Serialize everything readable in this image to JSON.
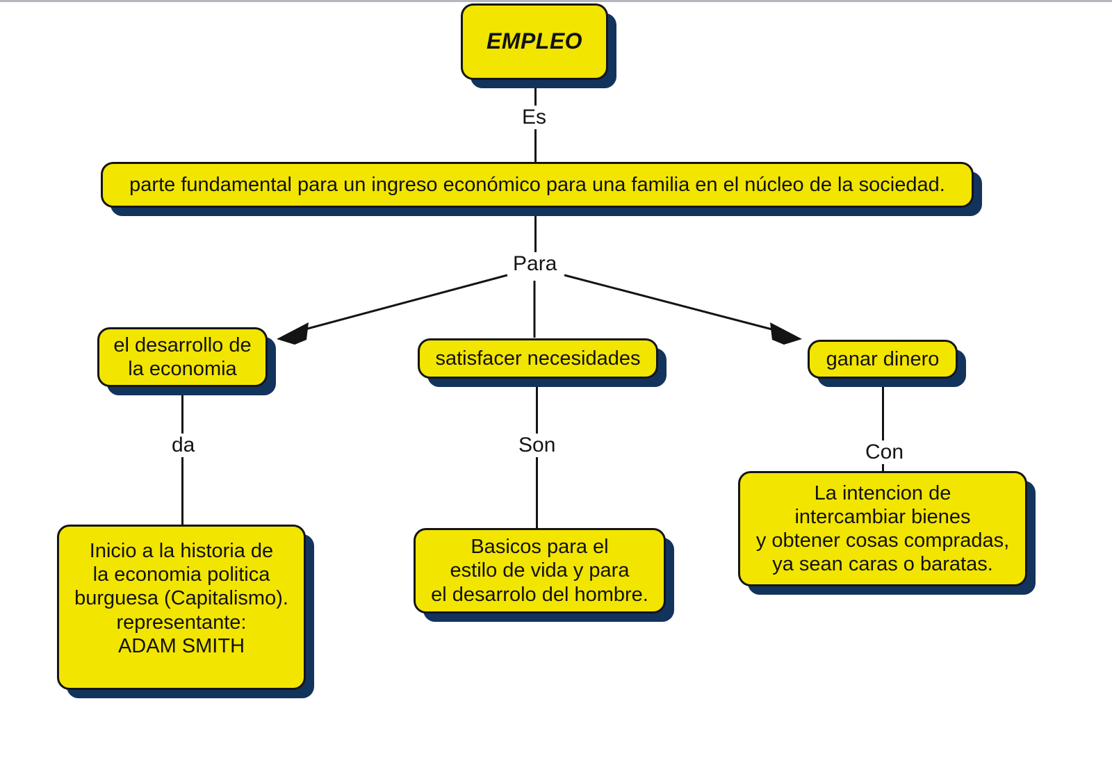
{
  "diagram": {
    "type": "concept-map",
    "language": "es",
    "colors": {
      "node_fill": "#f2e500",
      "node_border": "#141414",
      "node_shadow": "#12335c",
      "text": "#121212",
      "background": "#ffffff",
      "top_rule": "#b6b6bf"
    },
    "nodes": {
      "root": "EMPLEO",
      "statement": "parte fundamental para un ingreso económico para una familia en el núcleo de la sociedad.",
      "branch_left": "el desarrollo de\nla economia",
      "branch_center": "satisfacer necesidades",
      "branch_right": "ganar dinero",
      "leaf_left": "Inicio a la historia de\nla economia politica\nburguesa (Capitalismo).\nrepresentante:\nADAM SMITH",
      "leaf_center": "Basicos para el\nestilo de vida y para\nel desarrolo del hombre.",
      "leaf_right": "La intencion de\nintercambiar bienes\ny obtener cosas compradas,\nya sean caras o baratas."
    },
    "links": {
      "root_to_statement": "Es",
      "statement_to_branches": "Para",
      "left_to_leaf": "da",
      "center_to_leaf": "Son",
      "right_to_leaf": "Con"
    }
  }
}
